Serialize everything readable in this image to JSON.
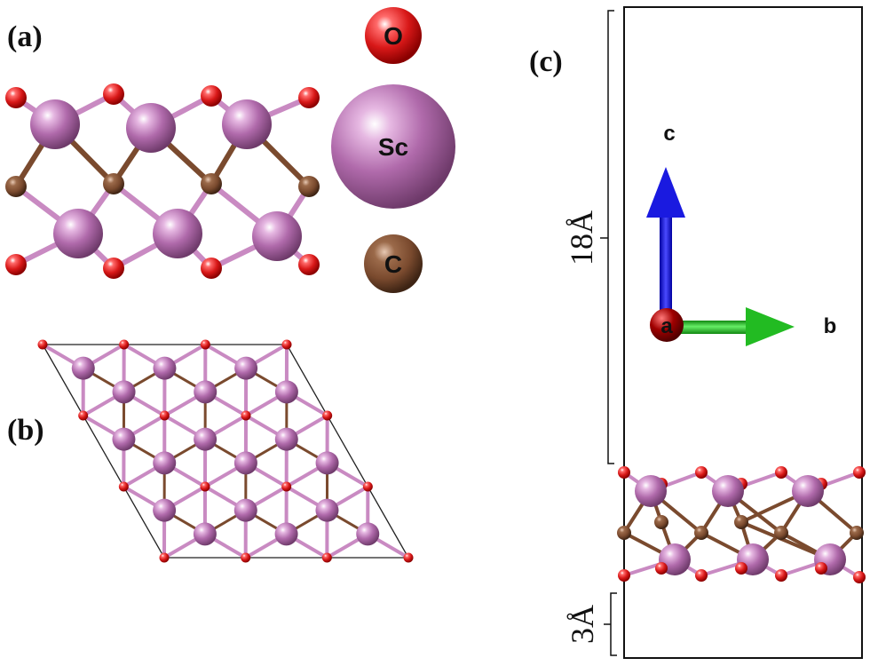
{
  "panels": {
    "a": "(a)",
    "b": "(b)",
    "c": "(c)"
  },
  "legend": {
    "oxygen": {
      "label": "O",
      "color": "#d81818"
    },
    "scandium": {
      "label": "Sc",
      "color": "#b06aab"
    },
    "carbon": {
      "label": "C",
      "color": "#7a4a2e"
    }
  },
  "bond_colors": {
    "sc_bond": "#c98ac2",
    "c_bond": "#7a4a2e"
  },
  "cell": {
    "vacuum_label": "18Å",
    "offset_label": "3Å"
  },
  "axes": {
    "a": {
      "label": "a",
      "color": "#8b0000"
    },
    "b": {
      "label": "b",
      "color": "#22bb22"
    },
    "c": {
      "label": "c",
      "color": "#1a1ae0"
    }
  }
}
